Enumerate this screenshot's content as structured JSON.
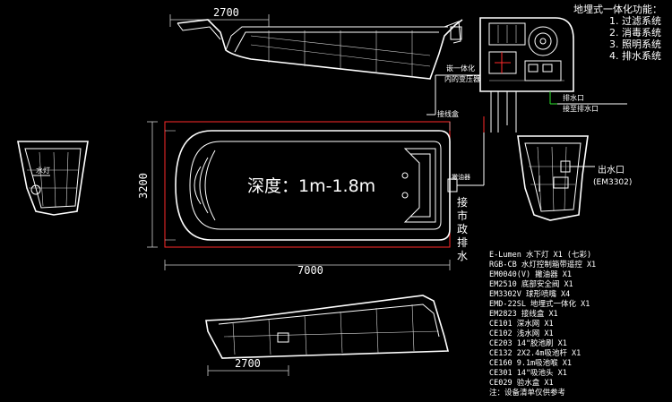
{
  "dimensions": {
    "top_view_length": "2700",
    "bottom_view_length": "2700",
    "plan_width": "3200",
    "plan_length": "7000"
  },
  "depth_label": "深度：1m-1.8m",
  "functions": {
    "title": "地埋式一体化功能：",
    "items": [
      "1. 过滤系统",
      "2. 消毒系统",
      "3. 照明系统",
      "4. 排水系统"
    ]
  },
  "callouts": {
    "transformer_line1": "嵌一体化",
    "transformer_line2": "内的变压器",
    "junction_box": "接线盒",
    "drain_port": "排水口",
    "drain_sub": "接至排水口",
    "underwater_light": "水灯",
    "skimmer": "撇油器",
    "outlet_title": "出水口",
    "outlet_code": "(EM3302)",
    "vertical_note": [
      "接",
      "市",
      "政",
      "排",
      "水"
    ]
  },
  "equipment_list": [
    "E-Lumen 水下灯 X1 (七彩)",
    "RGB-CB 水灯控制箱带遥控 X1",
    "EM0040(V) 撇油器 X1",
    "EM2510 底部安全阀 X1",
    "EM3302V 球形喷嘴 X4",
    "EMD-22SL 地埋式一体化 X1",
    "EM2823 接线盒 X1",
    "CE101 深水网 X1",
    "CE102 浅水网 X1",
    "CE203 14\"胶池刷 X1",
    "CE132 2X2.4m吸池杆 X1",
    "CE160 9.1m吸池喉 X1",
    "CE301 14\"吸池头 X1",
    "CE029 验水盒 X1",
    "注：设备清单仅供参考"
  ],
  "colors": {
    "background": "#000000",
    "lines": "#ffffff",
    "accent_red": "#ff2a2a",
    "accent_green": "#2ee62e"
  }
}
